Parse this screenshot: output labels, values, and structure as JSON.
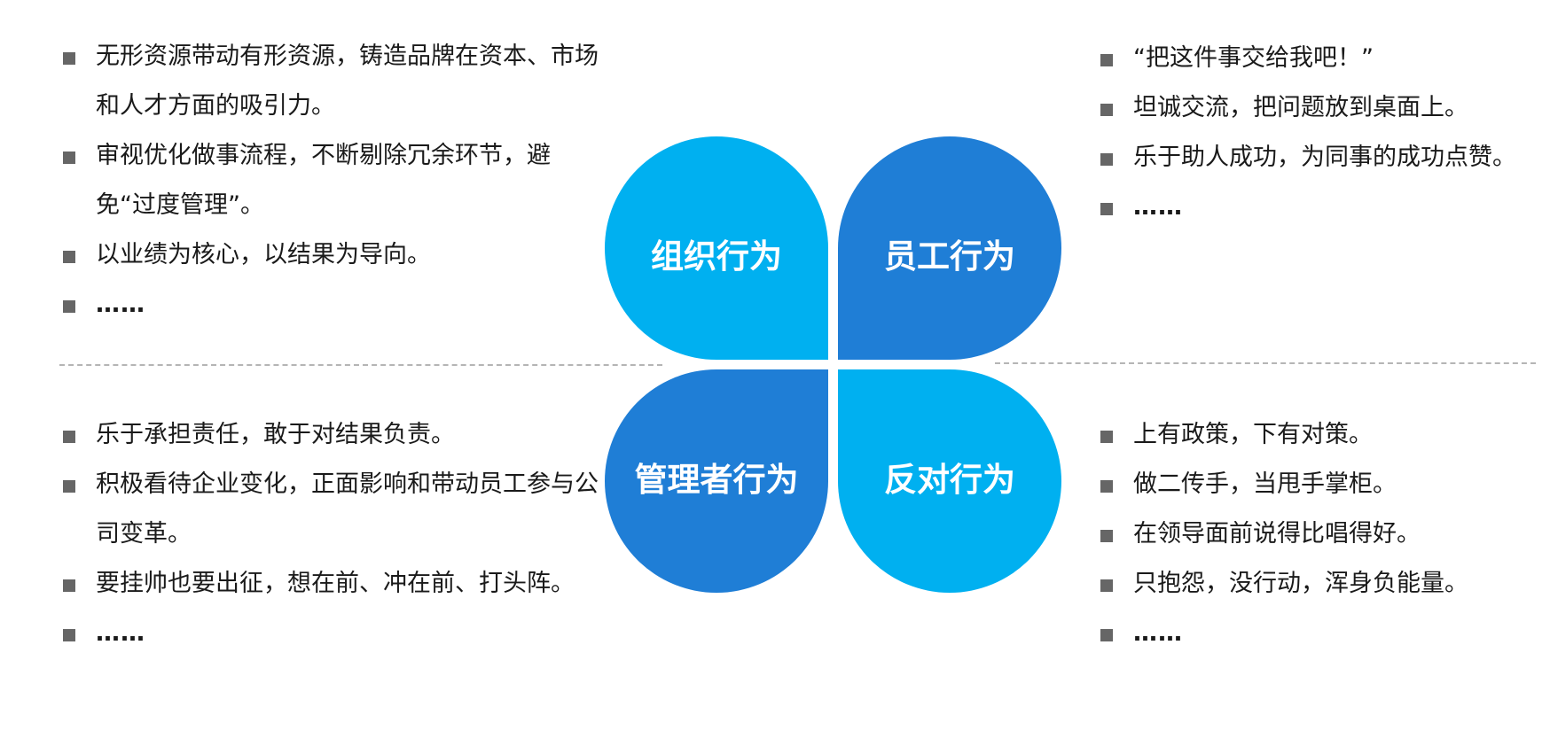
{
  "quadrants": {
    "organization": {
      "title": "组织行为",
      "items": [
        "无形资源带动有形资源，铸造品牌在资本、市场和人才方面的吸引力。",
        "审视优化做事流程，不断剔除冗余环节，避免“过度管理”。",
        "以业绩为核心，以结果为导向。",
        "……"
      ]
    },
    "employee": {
      "title": "员工行为",
      "items": [
        "“把这件事交给我吧！”",
        "坦诚交流，把问题放到桌面上。",
        "乐于助人成功，为同事的成功点赞。",
        "……"
      ]
    },
    "manager": {
      "title": "管理者行为",
      "items": [
        "乐于承担责任，敢于对结果负责。",
        "积极看待企业变化，正面影响和带动员工参与公司变革。",
        "要挂帅也要出征，想在前、冲在前、打头阵。",
        "……"
      ]
    },
    "opposing": {
      "title": "反对行为",
      "items": [
        "上有政策，下有对策。",
        "做二传手，当甩手掌柜。",
        "在领导面前说得比唱得好。",
        "只抱怨，没行动，浑身负能量。",
        "……"
      ]
    }
  },
  "colors": {
    "light_blue": "#00b0f0",
    "dark_blue": "#1f7ed6",
    "bullet_gray": "#666666",
    "divider_gray": "#b5b5b5"
  }
}
